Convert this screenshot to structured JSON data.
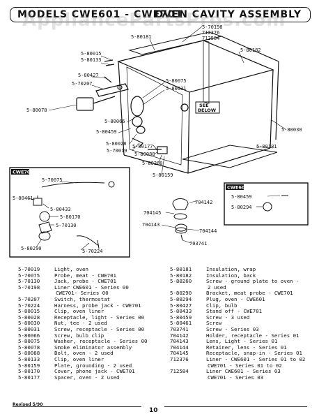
{
  "header": {
    "model_text": "MODELS CWE601 - CWE701",
    "title": "OVEN CAVITY ASSEMBLY"
  },
  "watermark": "AppliancePartsPros.com",
  "diagram": {
    "callouts_main": [
      "5-70198",
      "712376",
      "712584",
      "5-80181",
      "5-80182",
      "5-80015",
      "5-80133",
      "5-80427",
      "5-70207",
      "5-80075",
      "5-80031",
      "5-80078",
      "5-80066",
      "5-80459",
      "5-80028",
      "5-70019",
      "5-80177",
      "5-80088",
      "5-80030",
      "5-80181",
      "5-80260",
      "5-80159"
    ],
    "see_below": [
      "SEE",
      "BELOW"
    ],
    "cwe701_box": {
      "title": "CWE701",
      "callouts": [
        "5-70075",
        "5-80461",
        "5-80433",
        "5-80170",
        "5-70130",
        "5-80290",
        "5-70224"
      ]
    },
    "middle_callouts": [
      "704142",
      "704145",
      "704143",
      "704144",
      "703741"
    ],
    "cwe601_box": {
      "title": "CWE601",
      "callouts": [
        "5-80459",
        "5-80294"
      ]
    }
  },
  "parts_left": [
    {
      "num": "5-70019",
      "desc": "Light, oven"
    },
    {
      "num": "5-70075",
      "desc": "Probe, meat - CWE701"
    },
    {
      "num": "5-70130",
      "desc": "Jack, probe - CWE701"
    },
    {
      "num": "5-70198",
      "desc": "Liner CWE601 - Series 00"
    },
    {
      "num": "",
      "desc": "CWE701- Series 00"
    },
    {
      "num": "5-70207",
      "desc": "Switch, thermostat"
    },
    {
      "num": "5-70224",
      "desc": "Harness, probe jack - CWE701"
    },
    {
      "num": "5-80015",
      "desc": "Clip, oven liner"
    },
    {
      "num": "5-80028",
      "desc": "Receptacle, light - Series 00"
    },
    {
      "num": "5-80030",
      "desc": "Nut, tee - 2 used"
    },
    {
      "num": "5-80031",
      "desc": "Screw, receptacle - Series 00"
    },
    {
      "num": "5-80066",
      "desc": "Screw, bulb clip"
    },
    {
      "num": "5-80075",
      "desc": "Washer, receptacle - Series 00"
    },
    {
      "num": "5-80078",
      "desc": "Smoke eliminator assembly"
    },
    {
      "num": "5-80088",
      "desc": "Bolt, oven - 2 used"
    },
    {
      "num": "5-80133",
      "desc": "Clip, oven liner"
    },
    {
      "num": "5-80159",
      "desc": "Plate, grounding - 2 used"
    },
    {
      "num": "5-80170",
      "desc": "Cover, phone jack - CWE701"
    },
    {
      "num": "5-80177",
      "desc": "Spacer, oven - 2 used"
    }
  ],
  "parts_right": [
    {
      "num": "5-80181",
      "desc": "Insulation, wrap"
    },
    {
      "num": "5-80182",
      "desc": "Insulation, back"
    },
    {
      "num": "5-80260",
      "desc": "Screw - ground plate to oven -"
    },
    {
      "num": "",
      "desc": "2 used"
    },
    {
      "num": "5-80290",
      "desc": "Bracket, meat probe - CWE701"
    },
    {
      "num": "5-80294",
      "desc": "Plug, oven - CWE601"
    },
    {
      "num": "5-80427",
      "desc": "Clip, bulb"
    },
    {
      "num": "5-80433",
      "desc": "Stand off - CWE701"
    },
    {
      "num": "5-80459",
      "desc": "Screw - 3 used"
    },
    {
      "num": "5-80461",
      "desc": "Screw"
    },
    {
      "num": "703741",
      "desc": "Screw - Series 03"
    },
    {
      "num": "704142",
      "desc": "Holder, receptacle - Series 01"
    },
    {
      "num": "704143",
      "desc": "Lens, Light - Series 01"
    },
    {
      "num": "704144",
      "desc": "Retainer, lens - Series 01"
    },
    {
      "num": "704145",
      "desc": "Receptacle, snap-in - Series 01"
    },
    {
      "num": "712376",
      "desc": "Liner - CWE601 - Series 01 to 02"
    },
    {
      "num": "",
      "desc": "CWE701 - Series 01 to 02"
    },
    {
      "num": "712584",
      "desc": "Liner CWE601 - Series 03"
    },
    {
      "num": "",
      "desc": "CWE701 - Series 03"
    }
  ],
  "footer": {
    "revised": "Revised 5/90",
    "page_number": "10"
  }
}
